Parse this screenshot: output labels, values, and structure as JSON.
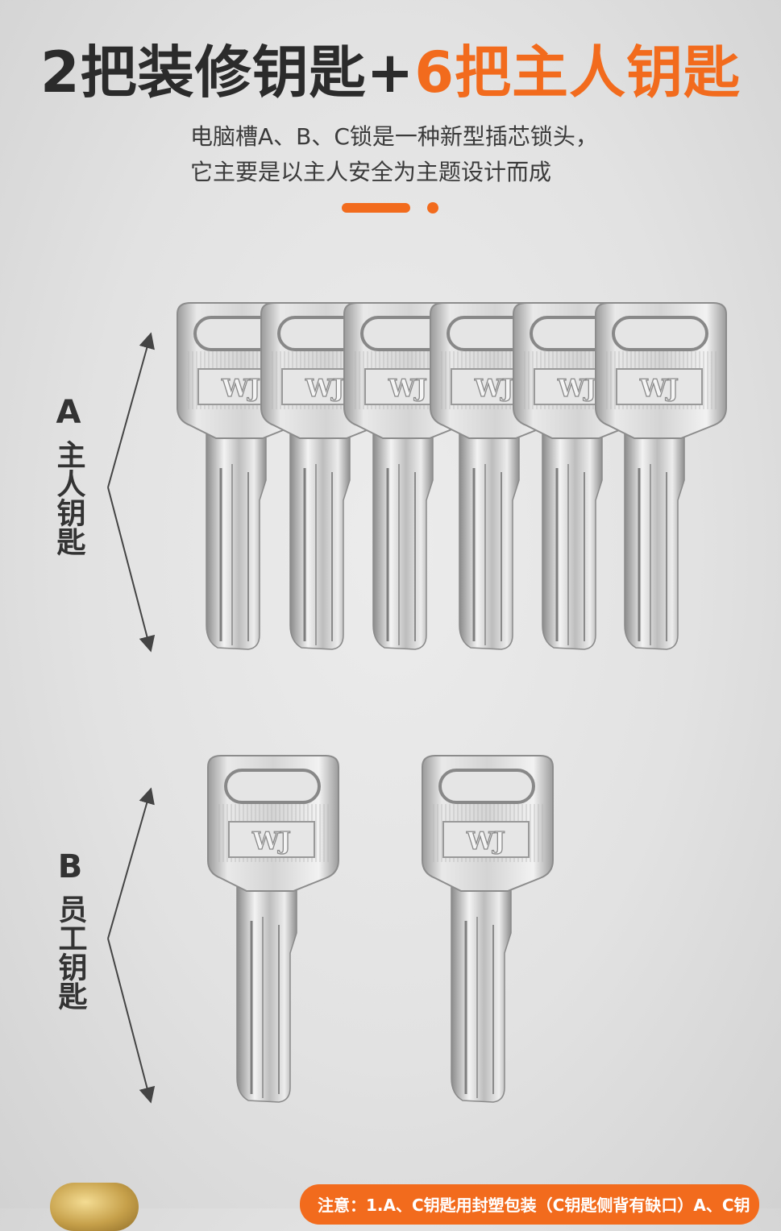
{
  "header": {
    "title_dark": "2把装修钥匙+",
    "title_accent": "6把主人钥匙",
    "subtitle_line1": "电脑槽A、B、C锁是一种新型插芯锁头，",
    "subtitle_line2": "它主要是以主人安全为主题设计而成"
  },
  "colors": {
    "accent": "#f26b1d",
    "text_dark": "#2b2b2b",
    "key_metal": "#c9c9c9"
  },
  "group_a": {
    "letter": "A",
    "label": "主人钥匙",
    "key_count": 6,
    "key_brand": "WJ"
  },
  "group_b": {
    "letter": "B",
    "label": "员工钥匙",
    "key_count": 2,
    "key_brand": "WJ"
  },
  "footer": {
    "note": "注意：1.A、C钥匙用封塑包装（C钥匙侧背有缺口）A、C钥"
  }
}
